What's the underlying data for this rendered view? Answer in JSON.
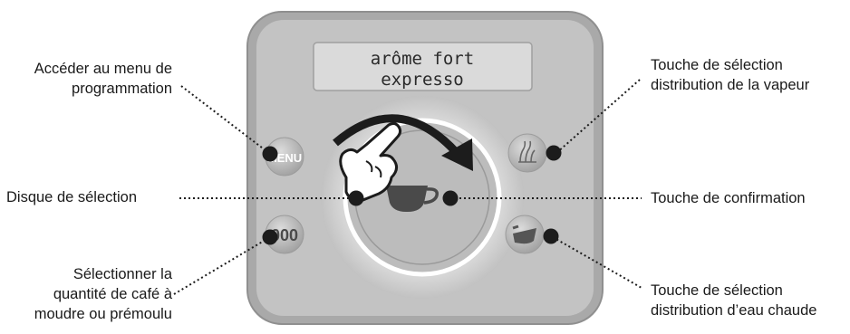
{
  "display": {
    "line1": "arôme fort",
    "line2": "expresso"
  },
  "buttons": {
    "menu_label": "MENU",
    "quantity_label": "000"
  },
  "callouts": {
    "menu": [
      "Accéder au menu de",
      "programmation"
    ],
    "dial": [
      "Disque de sélection"
    ],
    "quantity": [
      "Sélectionner la",
      "quantité de café à",
      "moudre ou prémoulu"
    ],
    "steam": [
      "Touche de sélection",
      "distribution de la vapeur"
    ],
    "confirm": [
      "Touche de confirmation"
    ],
    "hot_water": [
      "Touche de sélection",
      "distribution d’eau chaude"
    ]
  },
  "colors": {
    "panel": "#adadad",
    "panel_inner": "#c4c4c4",
    "ring": "#cfcfcf",
    "dial": "#b9b9b9",
    "lcd": "#d9d9d9",
    "arrow": "#1c1c1c",
    "dot": "#1c1c1c"
  },
  "icons": [
    "menu-button-icon",
    "steam-icon",
    "cup-icon",
    "hot-water-icon",
    "coffee-beans-icon",
    "pointing-hand-icon",
    "rotation-arrow-icon"
  ]
}
